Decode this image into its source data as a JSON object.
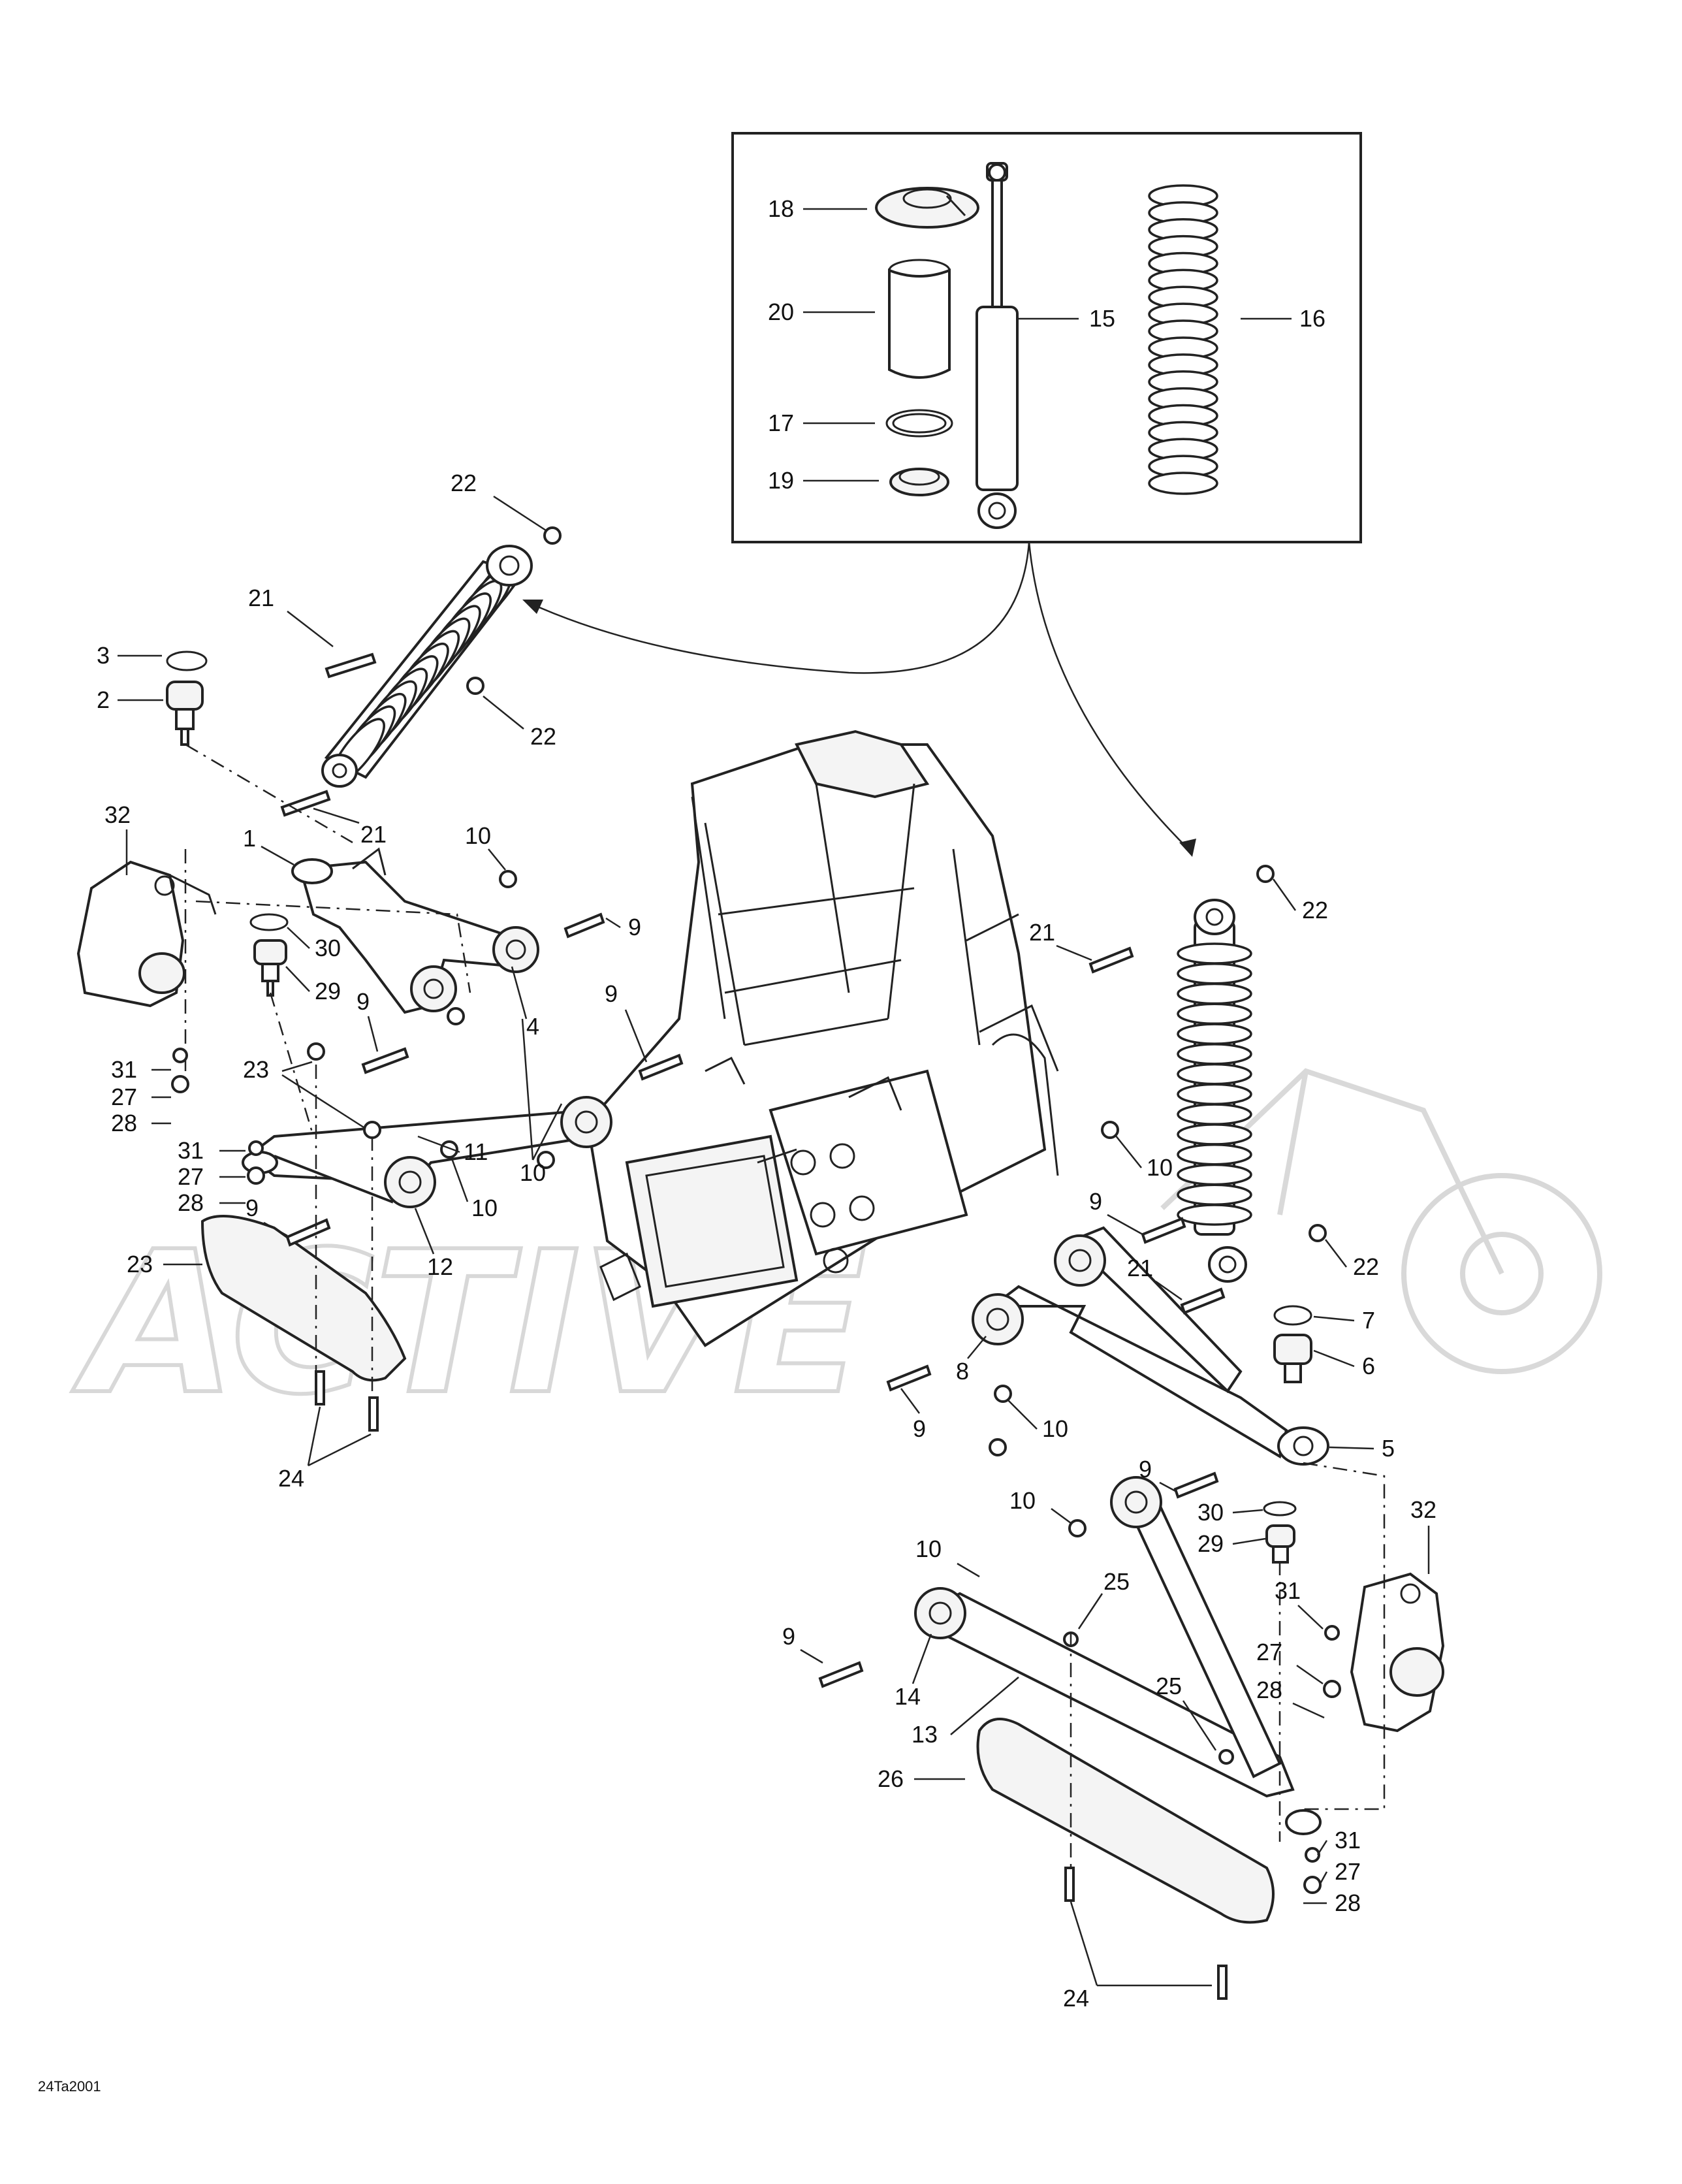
{
  "diagram": {
    "watermark": "ACTIVE",
    "drawing_code": "24Ta2001",
    "callouts": {
      "n1": "1",
      "n2": "2",
      "n3": "3",
      "n4": "4",
      "n5": "5",
      "n6": "6",
      "n7": "7",
      "n8": "8",
      "n9": "9",
      "n10": "10",
      "n11": "11",
      "n12": "12",
      "n13": "13",
      "n14": "14",
      "n15": "15",
      "n16": "16",
      "n17": "17",
      "n18": "18",
      "n19": "19",
      "n20": "20",
      "n21": "21",
      "n22": "22",
      "n23": "23",
      "n24": "24",
      "n25": "25",
      "n26": "26",
      "n27": "27",
      "n28": "28",
      "n29": "29",
      "n30": "30",
      "n31": "31",
      "n32": "32"
    },
    "icons": {
      "shock_absorber": "shock-absorber-icon",
      "spring": "coil-spring-icon",
      "a_arm": "a-arm-icon",
      "frame": "frame-icon",
      "knuckle": "knuckle-icon"
    }
  }
}
